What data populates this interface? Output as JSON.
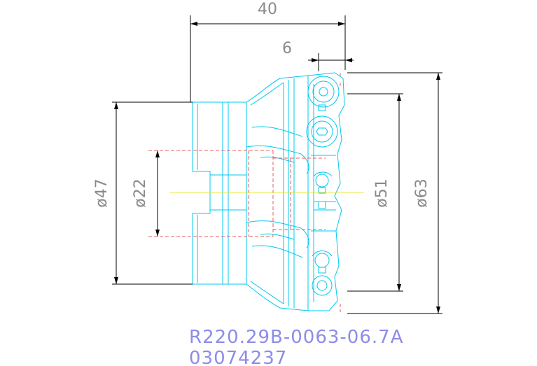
{
  "drawing": {
    "dimensions": {
      "overall_length": "40",
      "insert_offset": "6",
      "shank_diameter": "ø47",
      "bore_diameter": "ø22",
      "inner_cutting_diameter": "ø51",
      "outer_cutting_diameter": "ø63"
    },
    "part_number": "R220.29B-0063-06.7A",
    "item_code": "03074237"
  },
  "colors": {
    "background": "#ffffff",
    "outline": "#00c8f0",
    "dimension": "#000000",
    "hidden_line": "#e06060",
    "center_line": "#e8e840",
    "text_gray": "#8a8a8a",
    "text_part": "#8d8ce8"
  }
}
